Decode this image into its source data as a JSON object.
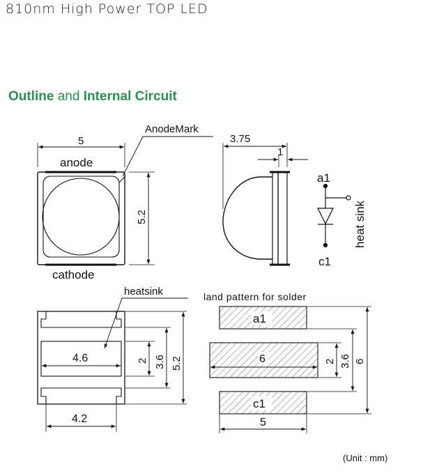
{
  "title": "810nm High Power TOP LED",
  "section": {
    "part1": "Outline",
    "part2": " and ",
    "part3": "Internal Circuit"
  },
  "top_view": {
    "anode": "anode",
    "cathode": "cathode",
    "anode_mark": "AnodeMark",
    "dim_width": "5",
    "dim_height": "5.2"
  },
  "side_view": {
    "dim_total": "3.75",
    "dim_base": "1"
  },
  "circuit": {
    "anode_pin": "a1",
    "cathode_pin": "c1",
    "heat_sink": "heat sink"
  },
  "bottom_view": {
    "heatsink_label": "heatsink",
    "dim_pad_width": "4.6",
    "dim_bottom_width": "4.2",
    "dim_pad_h": "2",
    "dim_inner_h": "3.6",
    "dim_total_h": "5.2"
  },
  "land_pattern": {
    "label": "land pattern for solder",
    "pad_a": "a1",
    "pad_c": "c1",
    "dim_center_w": "6",
    "dim_bottom_w": "5",
    "dim_pad_h": "2",
    "dim_inner_h": "3.6",
    "dim_total_h": "6"
  },
  "unit": "(Unit : mm)"
}
